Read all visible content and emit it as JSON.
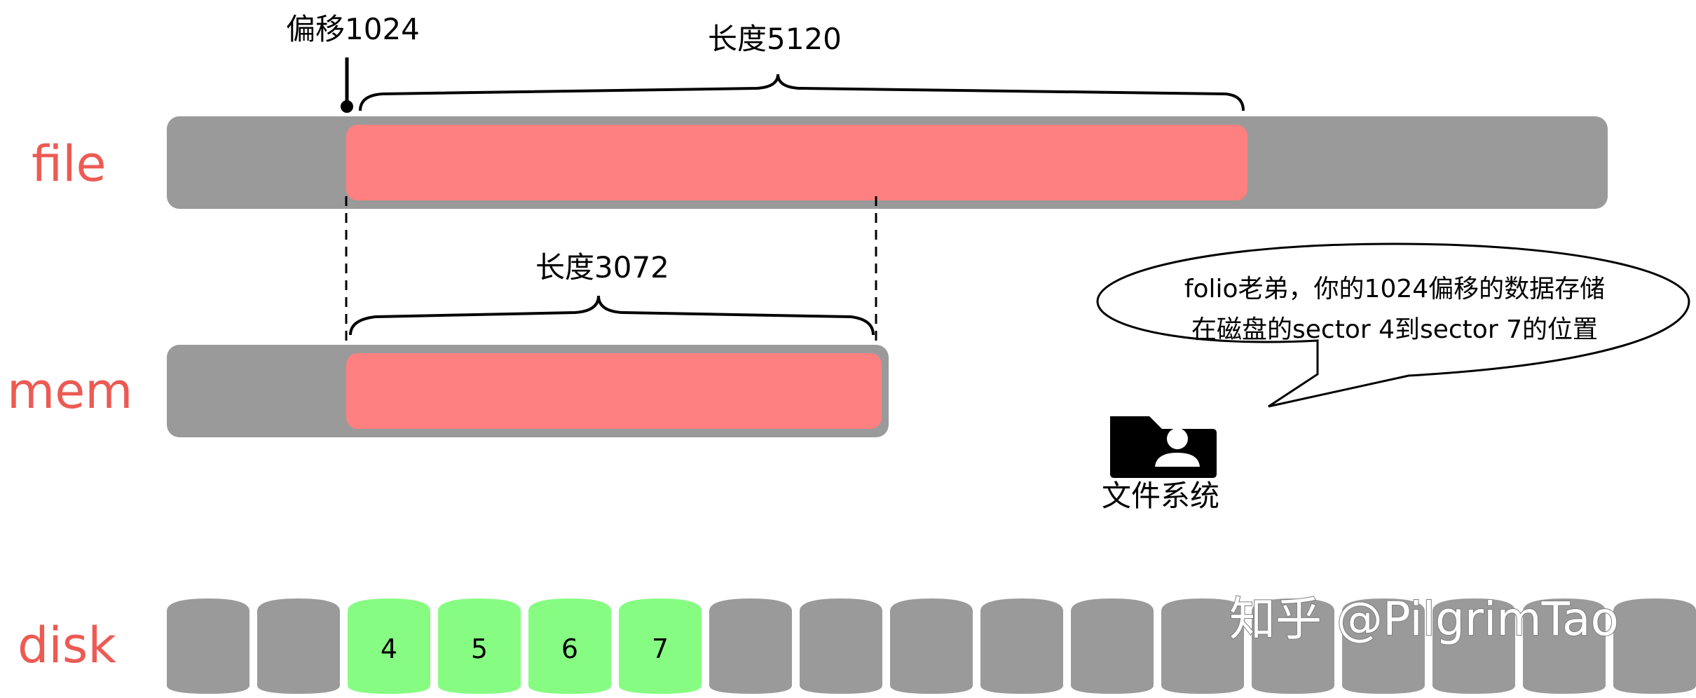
{
  "labels": {
    "file": "file",
    "mem": "mem",
    "disk": "disk"
  },
  "annotations": {
    "offset": "偏移1024",
    "file_length": "长度5120",
    "mem_length": "长度3072"
  },
  "speech_bubble": {
    "line1": "folio老弟，你的1024偏移的数据存储",
    "line2": "在磁盘的sector 4到sector 7的位置"
  },
  "filesystem": {
    "label": "文件系统",
    "icon": "folder-user-icon"
  },
  "disk": {
    "sectors": [
      {
        "label": "",
        "highlighted": false
      },
      {
        "label": "",
        "highlighted": false
      },
      {
        "label": "4",
        "highlighted": true
      },
      {
        "label": "5",
        "highlighted": true
      },
      {
        "label": "6",
        "highlighted": true
      },
      {
        "label": "7",
        "highlighted": true
      },
      {
        "label": "",
        "highlighted": false
      },
      {
        "label": "",
        "highlighted": false
      },
      {
        "label": "",
        "highlighted": false
      },
      {
        "label": "",
        "highlighted": false
      },
      {
        "label": "",
        "highlighted": false
      },
      {
        "label": "",
        "highlighted": false
      },
      {
        "label": "",
        "highlighted": false
      },
      {
        "label": "",
        "highlighted": false
      },
      {
        "label": "",
        "highlighted": false
      },
      {
        "label": "",
        "highlighted": false
      },
      {
        "label": "",
        "highlighted": false
      },
      {
        "label": "",
        "highlighted": false
      }
    ]
  },
  "watermark": "知乎 @PilgrimTao",
  "colors": {
    "bar": "#9a9a9a",
    "segment": "#ff8080",
    "sector": "#9a9a9a",
    "sector_highlight": "#87fc83",
    "label": "#ec5b53"
  }
}
